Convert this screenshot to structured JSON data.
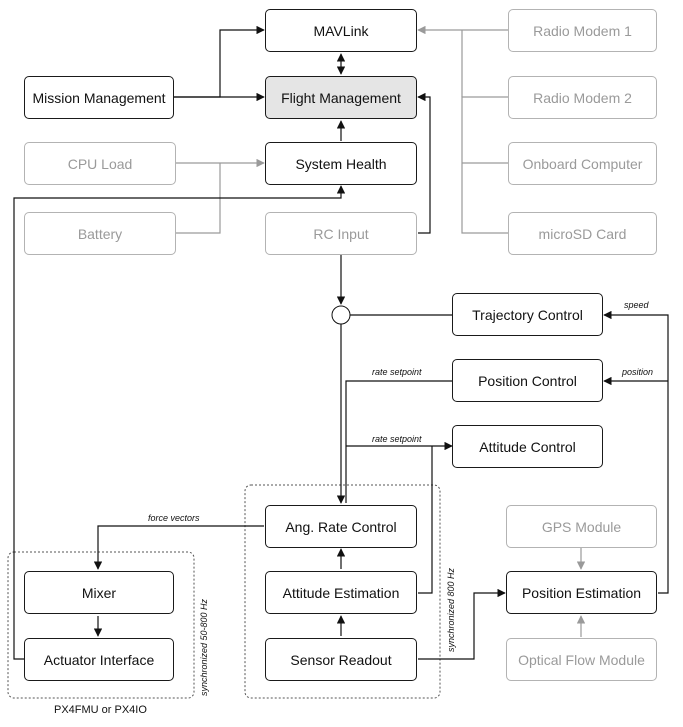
{
  "boxes": {
    "mavlink": "MAVLink",
    "radio_modem_1": "Radio Modem 1",
    "mission_management": "Mission Management",
    "flight_management": "Flight Management",
    "radio_modem_2": "Radio Modem 2",
    "cpu_load": "CPU Load",
    "system_health": "System Health",
    "onboard_computer": "Onboard Computer",
    "battery": "Battery",
    "rc_input": "RC Input",
    "microsd_card": "microSD Card",
    "trajectory_control": "Trajectory Control",
    "position_control": "Position Control",
    "attitude_control": "Attitude Control",
    "gps_module": "GPS Module",
    "ang_rate_control": "Ang. Rate Control",
    "mixer": "Mixer",
    "attitude_estimation": "Attitude Estimation",
    "position_estimation": "Position Estimation",
    "actuator_interface": "Actuator Interface",
    "sensor_readout": "Sensor Readout",
    "optical_flow_module": "Optical Flow Module"
  },
  "labels": {
    "speed": "speed",
    "position": "position",
    "rate_setpoint_1": "rate setpoint",
    "rate_setpoint_2": "rate setpoint",
    "force_vectors": "force vectors",
    "sync_50_800": "synchronized 50-800 Hz",
    "sync_800": "synchronized 800 Hz",
    "px4fmu": "PX4FMU or PX4IO"
  },
  "colors": {
    "line": "#111111",
    "dim_line": "#9a9a9a",
    "shaded_box": "#e5e5e5"
  }
}
